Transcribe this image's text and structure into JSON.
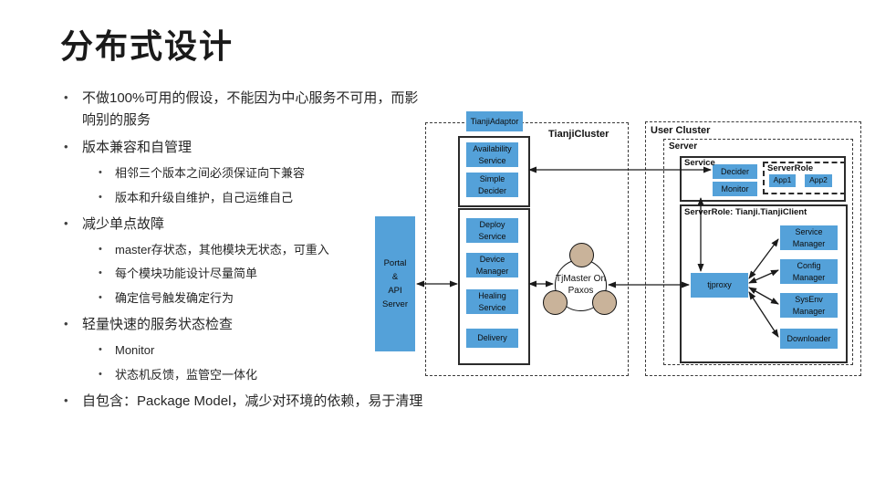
{
  "slide": {
    "title": "分布式设计"
  },
  "bullets": [
    {
      "level": 1,
      "text": "不做100%可用的假设，不能因为中心服务不可用，而影响别的服务"
    },
    {
      "level": 1,
      "text": "版本兼容和自管理"
    },
    {
      "level": 2,
      "text": "相邻三个版本之间必须保证向下兼容"
    },
    {
      "level": 2,
      "text": "版本和升级自维护，自己运维自己"
    },
    {
      "level": 1,
      "text": "减少单点故障"
    },
    {
      "level": 2,
      "text": "master存状态，其他模块无状态，可重入"
    },
    {
      "level": 2,
      "text": "每个模块功能设计尽量简单"
    },
    {
      "level": 2,
      "text": "确定信号触发确定行为"
    },
    {
      "level": 1,
      "text": "轻量快速的服务状态检查"
    },
    {
      "level": 2,
      "text": "Monitor"
    },
    {
      "level": 2,
      "text": "状态机反馈，监管空一体化"
    },
    {
      "level": 1,
      "text": "自包含：Package Model，减少对环境的依赖，易于清理"
    }
  ],
  "diagram": {
    "portal_lines": [
      "Portal",
      "&",
      "API",
      "Server"
    ],
    "tianji_adaptor": "TianjiAdaptor",
    "tianji_cluster": "TianjiCluster",
    "availability_service": "Availability Service",
    "simple_decider": "Simple Decider",
    "deploy_service": "Deploy Service",
    "device_manager": "Device Manager",
    "healing_service": "Healing Service",
    "delivery": "Delivery",
    "tjmaster": "TjMaster On Paxos",
    "user_cluster": "User Cluster",
    "server": "Server",
    "service": "Service",
    "decider": "Decider",
    "monitor": "Monitor",
    "server_role": "ServerRole",
    "app1": "App1",
    "app2": "App2",
    "client_role": "ServerRole: Tianji.TianjiClient",
    "tjproxy": "tjproxy",
    "service_manager": "Service Manager",
    "config_manager": "Config Manager",
    "sysenv_manager": "SysEnv Manager",
    "downloader": "Downloader"
  },
  "colors": {
    "accent_blue": "#54a1d9",
    "node_tan": "#c9b39a"
  }
}
